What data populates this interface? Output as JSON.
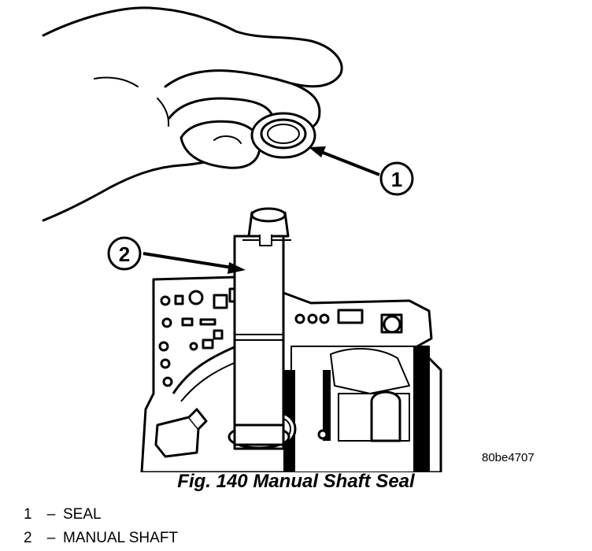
{
  "figure": {
    "illustration_code": "80be4707",
    "caption": "Fig. 140 Manual Shaft Seal",
    "callouts": [
      {
        "number": "1"
      },
      {
        "number": "2"
      }
    ],
    "legend": [
      {
        "number": "1",
        "dash": "–",
        "label": "SEAL"
      },
      {
        "number": "2",
        "dash": "–",
        "label": "MANUAL SHAFT"
      }
    ]
  }
}
